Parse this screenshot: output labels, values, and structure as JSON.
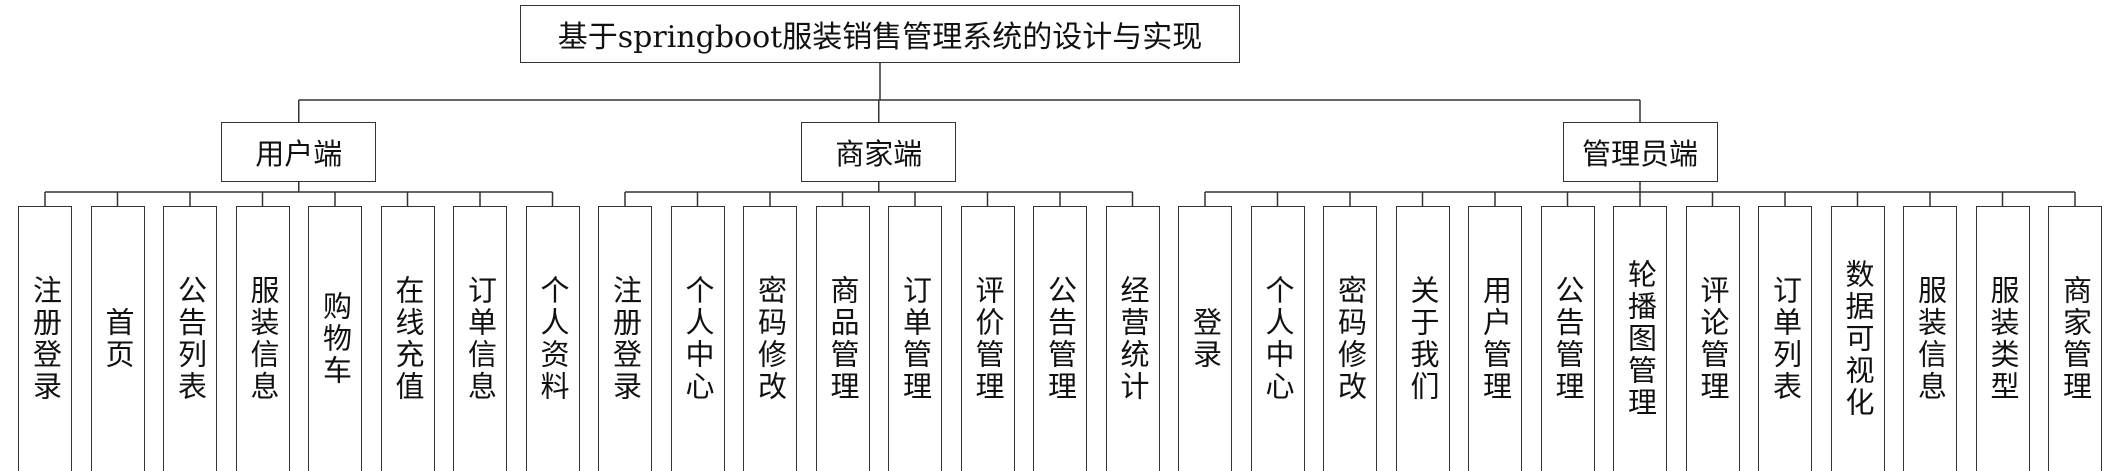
{
  "title": "基于springboot服装销售管理系统的设计与实现",
  "groups": [
    {
      "name": "用户端",
      "items": [
        "注册登录",
        "首页",
        "公告列表",
        "服装信息",
        "购物车",
        "在线充值",
        "订单信息",
        "个人资料"
      ]
    },
    {
      "name": "商家端",
      "items": [
        "注册登录",
        "个人中心",
        "密码修改",
        "商品管理",
        "订单管理",
        "评价管理",
        "公告管理",
        "经营统计"
      ]
    },
    {
      "name": "管理员端",
      "items": [
        "登录",
        "个人中心",
        "密码修改",
        "关于我们",
        "用户管理",
        "公告管理",
        "轮播图管理",
        "评论管理",
        "订单列表",
        "数据可视化",
        "服装信息",
        "服装类型",
        "商家管理"
      ]
    }
  ]
}
